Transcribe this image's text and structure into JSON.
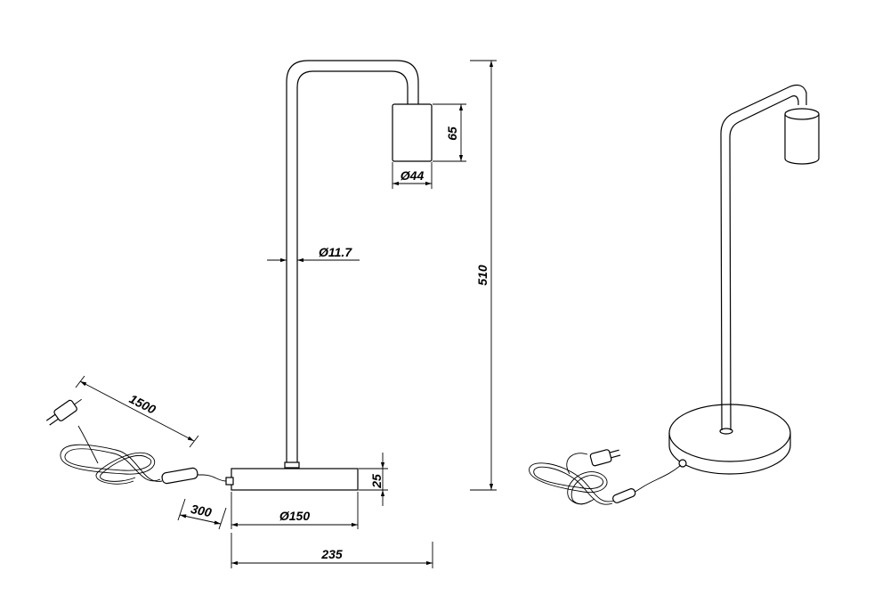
{
  "drawing": {
    "dimensions": {
      "shade_height": "65",
      "shade_diameter": "Ø44",
      "tube_diameter": "Ø11.7",
      "total_height": "510",
      "cable_length": "1500",
      "switch_distance": "300",
      "base_diameter": "Ø150",
      "base_height": "25",
      "total_depth": "235"
    },
    "colors": {
      "line": "#000000",
      "background": "#ffffff"
    }
  }
}
